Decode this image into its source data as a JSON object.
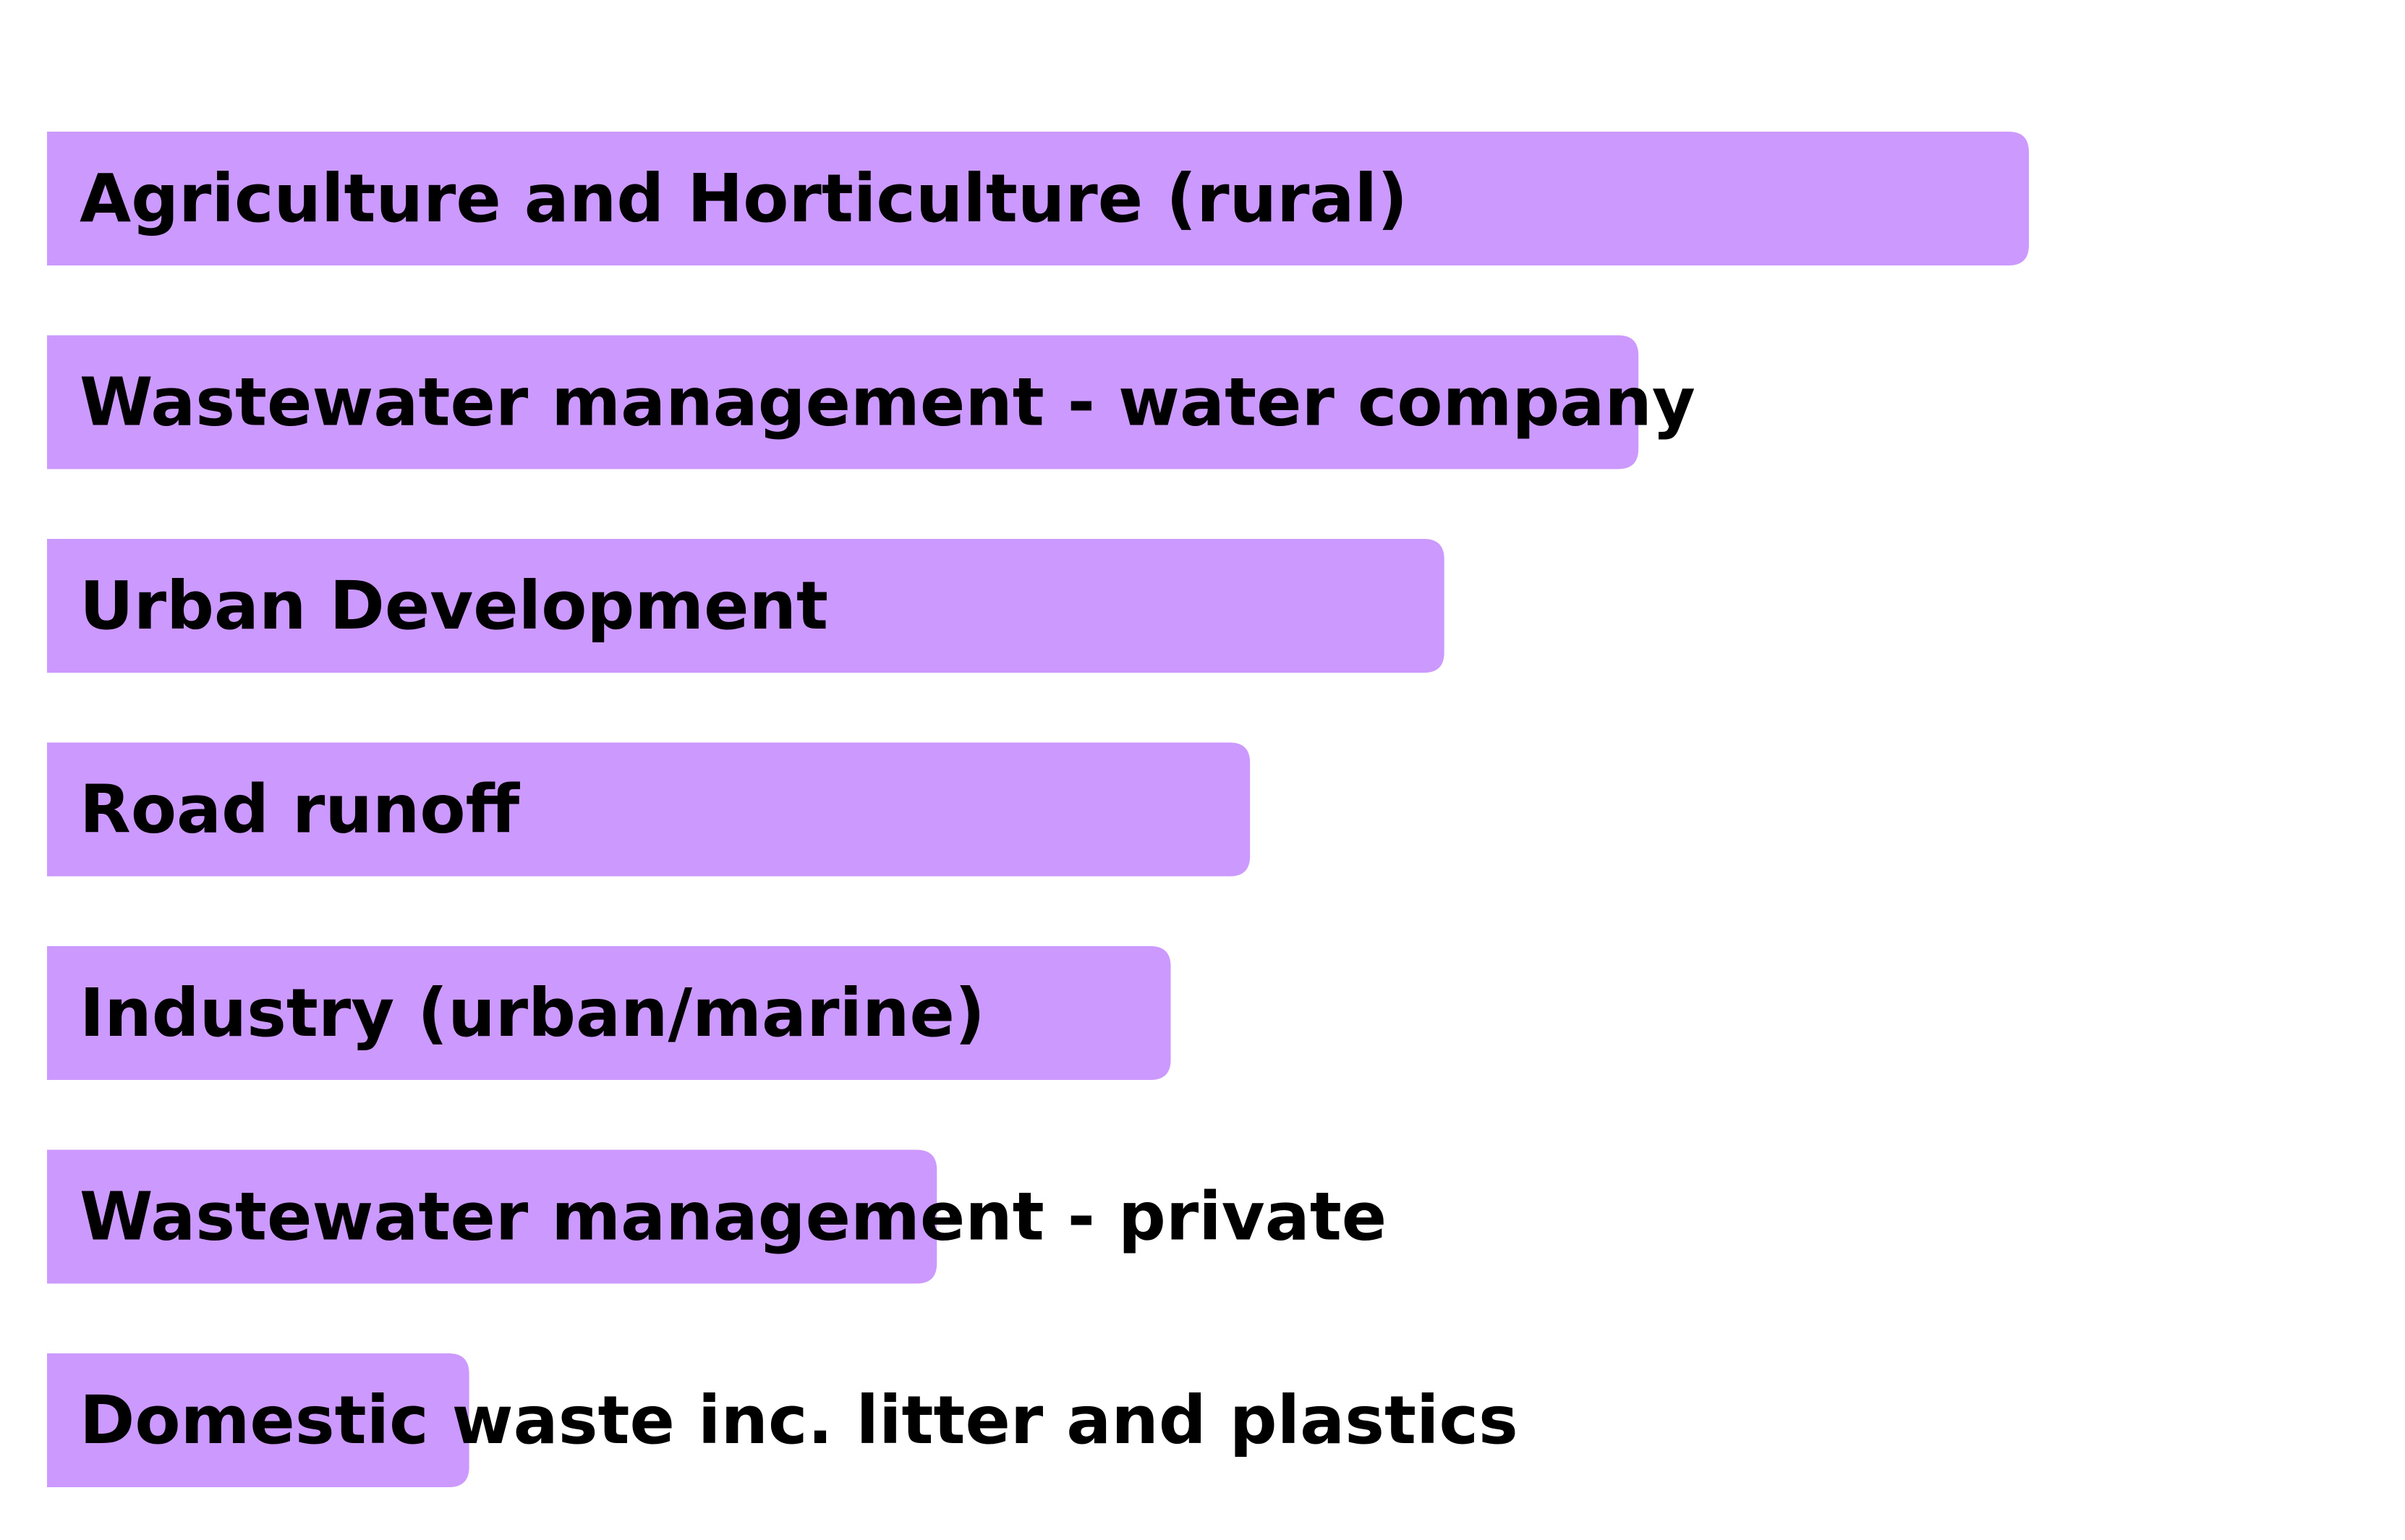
{
  "chart_data": {
    "type": "bar",
    "orientation": "horizontal",
    "categories": [
      "Agriculture and Horticulture (rural)",
      "Wastewater management - water company",
      "Urban Development",
      "Road runoff",
      "Industry (urban/marine)",
      "Wastewater management - private",
      "Domestic waste inc. litter and plastics"
    ],
    "values": [
      100,
      80.3,
      70.5,
      60.7,
      56.7,
      44.9,
      21.3
    ],
    "xlim": [
      0,
      100
    ],
    "title": "",
    "xlabel": "",
    "ylabel": "",
    "grid": false,
    "legend": "none",
    "labels_inside_bars": true,
    "bar_color": "#cc99ff",
    "label_color": "#000000"
  }
}
